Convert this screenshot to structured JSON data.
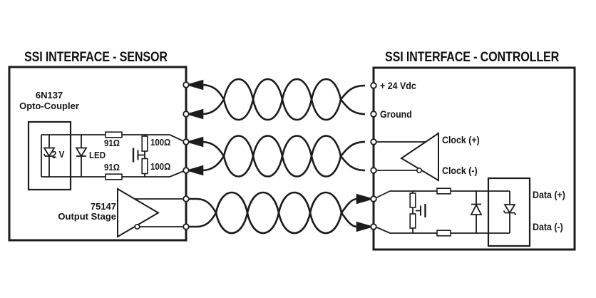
{
  "sensor": {
    "title": "SSI INTERFACE - SENSOR",
    "opto": {
      "part": "6N137",
      "name": "Opto-Coupler",
      "zener": "2 V",
      "led": "LED"
    },
    "resistors": {
      "series_top": "91Ω",
      "series_bottom": "91Ω",
      "term_top": "100Ω",
      "term_bottom": "100Ω"
    },
    "driver": {
      "part": "75147",
      "name": "Output Stage"
    }
  },
  "controller": {
    "title": "SSI INTERFACE - CONTROLLER",
    "pins": {
      "power": "+ 24 Vdc",
      "ground": "Ground",
      "clock_p": "Clock (+)",
      "clock_n": "Clock (-)",
      "data_p": "Data (+)",
      "data_n": "Data (-)"
    }
  },
  "colors": {
    "ink": "#1c1c1c",
    "background": "#ffffff"
  }
}
